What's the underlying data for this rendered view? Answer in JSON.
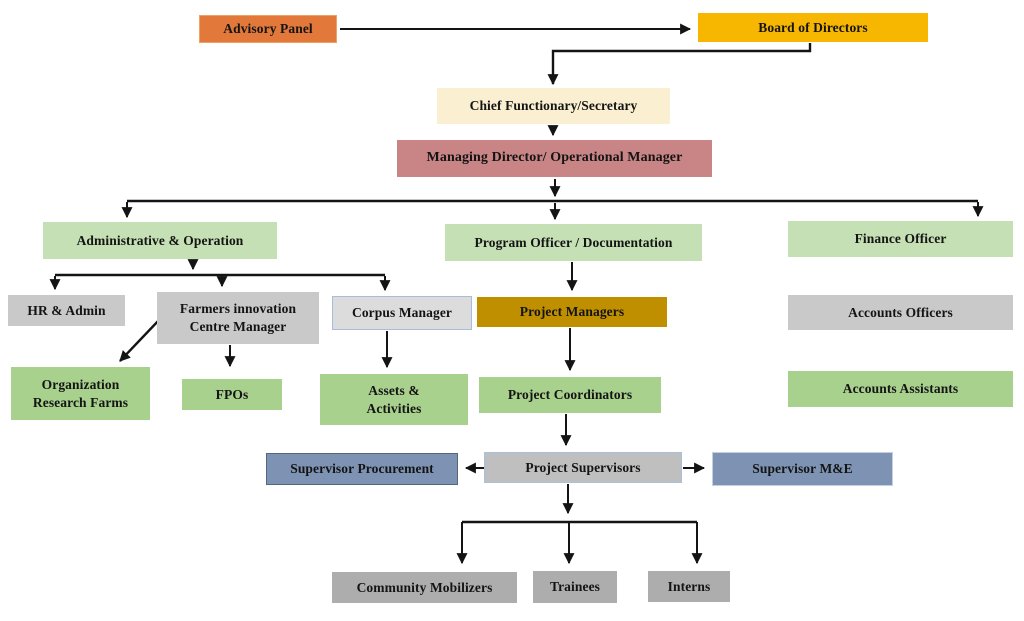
{
  "diagram": {
    "type": "organization-chart",
    "background": "#ffffff",
    "arrow_color": "#141414"
  },
  "nodes": {
    "advisory_panel": {
      "label": "Advisory Panel",
      "color": "#E2793B",
      "border": "#EDA263"
    },
    "board_of_directors": {
      "label": "Board of Directors",
      "color": "#F7B600"
    },
    "chief_functionary": {
      "label": "Chief Functionary/Secretary",
      "color": "#FAEFD0"
    },
    "managing_director": {
      "label": "Managing Director/ Operational Manager",
      "color": "#C98585"
    },
    "admin_operation": {
      "label": "Administrative & Operation",
      "color": "#C5E0B4"
    },
    "program_officer": {
      "label": "Program Officer / Documentation",
      "color": "#C5E0B4"
    },
    "finance_officer": {
      "label": "Finance Officer",
      "color": "#C5E0B4"
    },
    "hr_admin": {
      "label": "HR & Admin",
      "color": "#C9C9C9"
    },
    "farmers_innovation": {
      "label": "Farmers innovation\nCentre Manager",
      "color": "#C9C9C9"
    },
    "corpus_manager": {
      "label": "Corpus Manager",
      "color": "#DCDCDC",
      "border": "#A8BDDB"
    },
    "project_managers": {
      "label": "Project Managers",
      "color": "#BF8F00"
    },
    "accounts_officers": {
      "label": "Accounts Officers",
      "color": "#C9C9C9"
    },
    "organization_research_farms": {
      "label": "Organization\nResearch Farms",
      "color": "#A9D18E"
    },
    "fpos": {
      "label": "FPOs",
      "color": "#A9D18E"
    },
    "assets_activities": {
      "label": "Assets &\nActivities",
      "color": "#A9D18E"
    },
    "project_coordinators": {
      "label": "Project Coordinators",
      "color": "#A9D18E"
    },
    "accounts_assistants": {
      "label": "Accounts Assistants",
      "color": "#A9D18E"
    },
    "supervisor_procurement": {
      "label": "Supervisor Procurement",
      "color": "#7E93B4",
      "border": "#55677E"
    },
    "project_supervisors": {
      "label": "Project Supervisors",
      "color": "#BFBFBF",
      "border": "#A9BFDE"
    },
    "supervisor_me": {
      "label": "Supervisor M&E",
      "color": "#7E93B4",
      "border": "#C3CFE2"
    },
    "community_mobilizers": {
      "label": "Community Mobilizers",
      "color": "#ADADAD"
    },
    "trainees": {
      "label": "Trainees",
      "color": "#ADADAD"
    },
    "interns": {
      "label": "Interns",
      "color": "#ADADAD"
    }
  },
  "edges": [
    {
      "from": "advisory_panel",
      "to": "board_of_directors"
    },
    {
      "from": "board_of_directors",
      "to": "chief_functionary"
    },
    {
      "from": "chief_functionary",
      "to": "managing_director"
    },
    {
      "from": "managing_director",
      "to": "admin_operation"
    },
    {
      "from": "managing_director",
      "to": "program_officer"
    },
    {
      "from": "managing_director",
      "to": "finance_officer"
    },
    {
      "from": "admin_operation",
      "to": "hr_admin"
    },
    {
      "from": "admin_operation",
      "to": "farmers_innovation"
    },
    {
      "from": "admin_operation",
      "to": "corpus_manager"
    },
    {
      "from": "farmers_innovation",
      "to": "organization_research_farms"
    },
    {
      "from": "farmers_innovation",
      "to": "fpos"
    },
    {
      "from": "corpus_manager",
      "to": "assets_activities"
    },
    {
      "from": "program_officer",
      "to": "project_managers"
    },
    {
      "from": "project_managers",
      "to": "project_coordinators"
    },
    {
      "from": "project_coordinators",
      "to": "project_supervisors"
    },
    {
      "from": "project_supervisors",
      "to": "supervisor_procurement"
    },
    {
      "from": "project_supervisors",
      "to": "supervisor_me"
    },
    {
      "from": "project_supervisors",
      "to": "community_mobilizers"
    },
    {
      "from": "project_supervisors",
      "to": "trainees"
    },
    {
      "from": "project_supervisors",
      "to": "interns"
    },
    {
      "from": "finance_officer",
      "to": "accounts_officers"
    },
    {
      "from": "accounts_officers",
      "to": "accounts_assistants"
    }
  ]
}
